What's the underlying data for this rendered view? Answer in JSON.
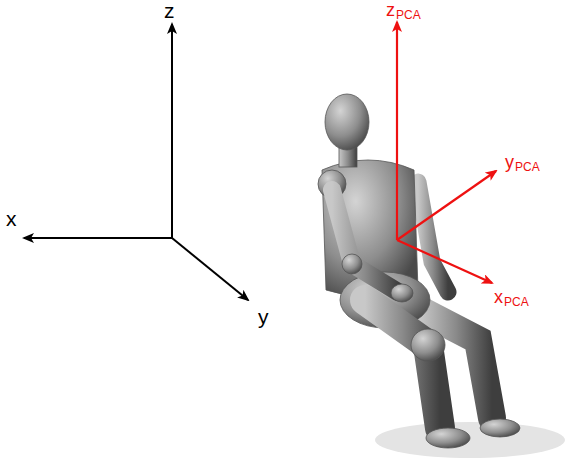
{
  "diagram": {
    "labels": [
      "z",
      "x",
      "y",
      "z",
      "PCA",
      "y",
      "PCA",
      "x",
      "PCA"
    ]
  }
}
